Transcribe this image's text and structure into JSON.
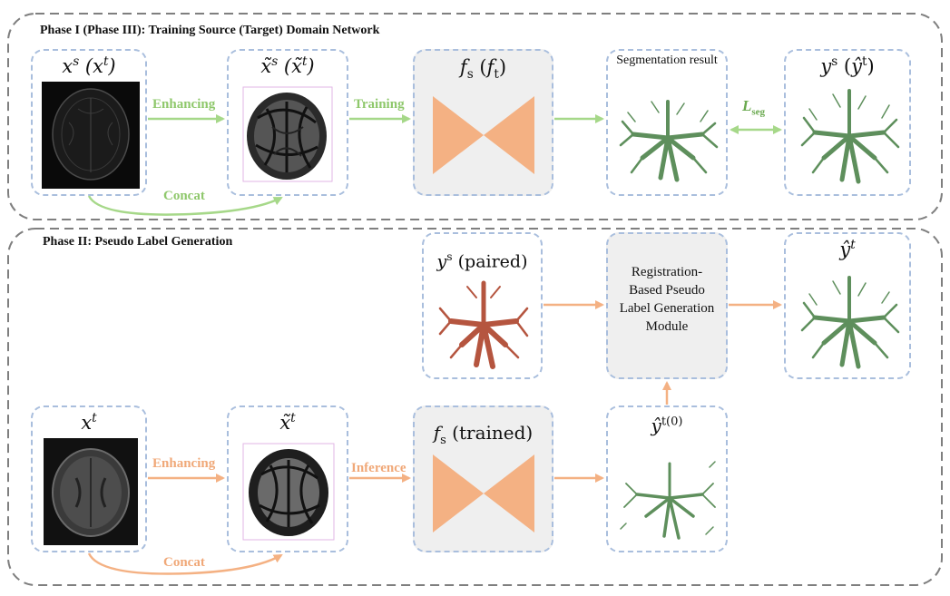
{
  "phase1": {
    "title": "Phase I (Phase III): Training Source (Target) Domain Network",
    "input_label": "x^s (x^t)",
    "enhanced_label": "x̃^s (x̃^t)",
    "network_label": "f_s (f_t)",
    "segmentation_result_label": "Segmentation result",
    "gt_label": "y^s (ŷ^t)",
    "enhancing_label": "Enhancing",
    "training_label": "Training",
    "concat_label": "Concat",
    "loss_label": "L_seg"
  },
  "phase2": {
    "title": "Phase II: Pseudo Label Generation",
    "paired_label": "y^s (paired)",
    "module_label": "Registration-Based Pseudo Label Generation Module",
    "output_label": "ŷ^t",
    "input_label": "x^t",
    "enhanced_label": "x̃^t",
    "network_label": "f_s (trained)",
    "initial_label": "ŷ^t(0)",
    "enhancing_label": "Enhancing",
    "inference_label": "Inference",
    "concat_label": "Concat"
  },
  "colors": {
    "green_arrow": "#a6d889",
    "green_text": "#8fc86c",
    "orange_arrow": "#f4b183",
    "orange_text": "#f0a878",
    "panel_border": "#a9bedd",
    "outer_border": "#7f7f7f",
    "bowtie": "#f4b183",
    "vessel_green": "#5e8f5c",
    "vessel_red": "#b5553f"
  }
}
